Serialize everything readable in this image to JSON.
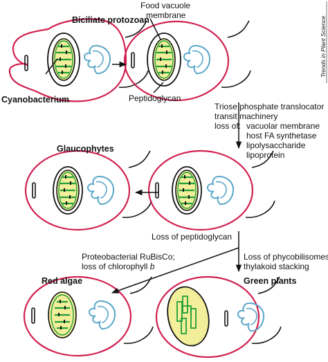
{
  "labels": {
    "biciliate_protozoan": "Biciliate protozoan",
    "food_vacuole_line1": "Food vacuole",
    "food_vacuole_line2": "membrane",
    "cyanobacterium": "Cyanobacterium",
    "peptidoglycan": "Peptidoglycan",
    "glaucophytes": "Glaucophytes",
    "red_algae": "Red algae",
    "green_plants": "Green plants"
  },
  "steps": {
    "step1": {
      "line1": "Triose phosphate translocator",
      "line2": "transit machinery",
      "loss_prefix": "loss of:",
      "losses": [
        "vacuolar membrane",
        "host FA synthetase",
        "lipolysaccharide",
        "lipoprotein"
      ]
    },
    "step2": {
      "line1": "Loss of peptidoglycan"
    },
    "step3": {
      "line1": "Proteobacterial RuBisCo;",
      "line2_prefix": "loss of chlorophyll",
      "line2_italic": "b"
    },
    "step4": {
      "line1": "Loss of phycobilisomes;",
      "line2": "thylakoid stacking"
    }
  },
  "source": "Trends in Plant Science",
  "colors": {
    "cell_membrane": "#d0204f",
    "plastid_fill": "#f3ee9a",
    "thylakoid": "#1f9e3a",
    "nucleus": "#5aa7c9",
    "outline": "#111111"
  }
}
